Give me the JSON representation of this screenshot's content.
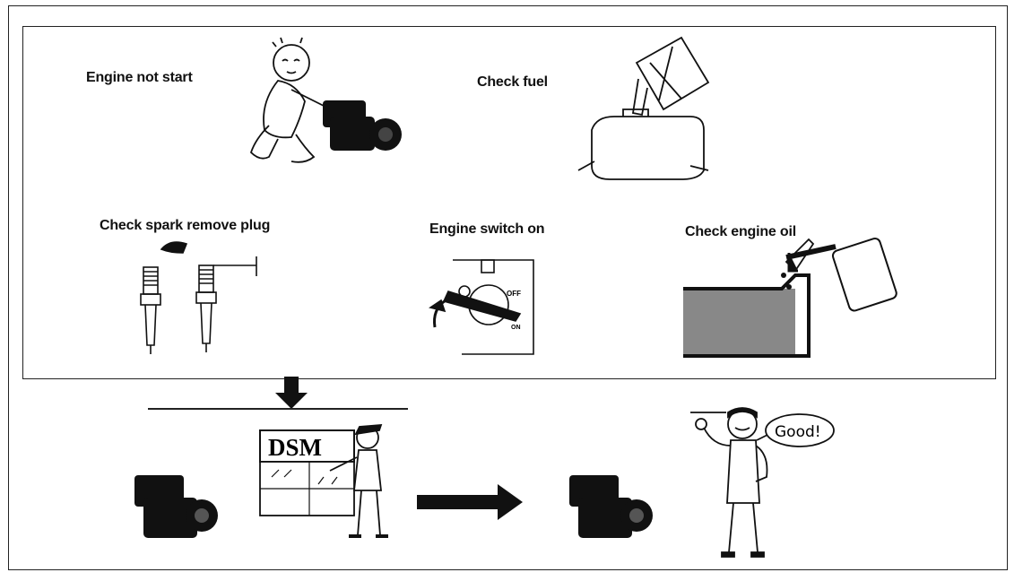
{
  "steps": {
    "engine_not_start": "Engine not start",
    "check_fuel": "Check fuel",
    "check_spark": "Check spark remove plug",
    "engine_switch": "Engine switch on",
    "check_oil": "Check engine oil"
  },
  "shop": {
    "sign": "DSM"
  },
  "mechanic": {
    "speech": "Good!"
  },
  "switch_marks": {
    "off": "OFF",
    "on": "ON"
  },
  "icons": [
    "confused-person-icon",
    "engine-icon",
    "fuel-can-icon",
    "spark-plug-icon",
    "engine-switch-icon",
    "oil-can-icon",
    "down-arrow-icon",
    "shop-icon",
    "right-arrow-icon",
    "mechanic-icon"
  ]
}
